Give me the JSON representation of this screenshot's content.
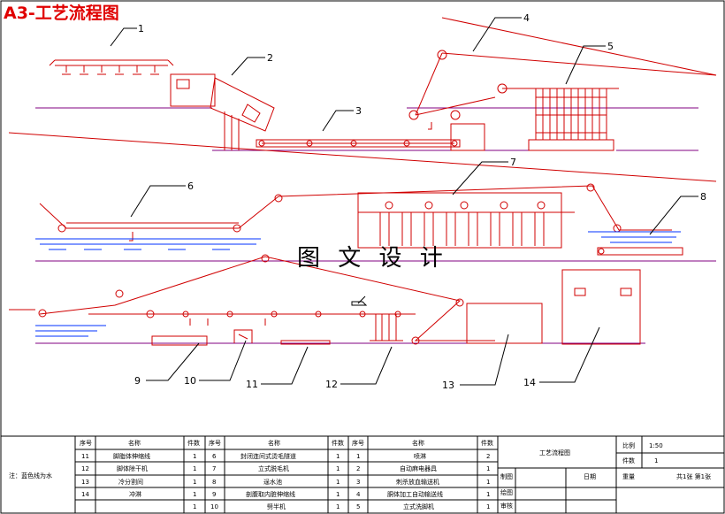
{
  "title": "A3-工艺流程图",
  "watermark": "图 文 设 计",
  "callouts": [
    "1",
    "2",
    "3",
    "4",
    "5",
    "6",
    "7",
    "8",
    "9",
    "10",
    "11",
    "12",
    "13",
    "14"
  ],
  "note": "注：蓝色线为水",
  "headers": {
    "seq": "序号",
    "name": "名称",
    "qty": "件数"
  },
  "col1": [
    {
      "seq": "11",
      "name": "脚脂体伸缩线",
      "qty": "1"
    },
    {
      "seq": "12",
      "name": "脚体除干机",
      "qty": "1"
    },
    {
      "seq": "13",
      "name": "冷分割间",
      "qty": "1"
    },
    {
      "seq": "14",
      "name": "冲淋",
      "qty": "1"
    },
    {
      "seq": "",
      "name": "",
      "qty": ""
    }
  ],
  "col2": [
    {
      "seq": "6",
      "name": "封闭连间式烫毛隧道",
      "qty": "1"
    },
    {
      "seq": "7",
      "name": "立式脱毛机",
      "qty": "1"
    },
    {
      "seq": "8",
      "name": "逞水池",
      "qty": "1"
    },
    {
      "seq": "9",
      "name": "剖腹取内脏伸缩线",
      "qty": "1"
    },
    {
      "seq": "10",
      "name": "劈半机",
      "qty": "1"
    }
  ],
  "col3": [
    {
      "seq": "1",
      "name": "喷淋",
      "qty": "2"
    },
    {
      "seq": "2",
      "name": "自动麻电器具",
      "qty": "1"
    },
    {
      "seq": "3",
      "name": "刺杀放血输送机",
      "qty": "1"
    },
    {
      "seq": "4",
      "name": "胴体加工自动输送线",
      "qty": "1"
    },
    {
      "seq": "5",
      "name": "立式洗脚机",
      "qty": "1"
    }
  ],
  "titleblock": {
    "drawing_name": "工艺流程图",
    "scale_label": "比例",
    "scale": "1:50",
    "qty_label": "件数",
    "qty": "1",
    "drawn": "制图",
    "date": "日期",
    "weight": "重量",
    "sheets": "共1张  第1张",
    "draft": "绘图",
    "review": "审核"
  }
}
